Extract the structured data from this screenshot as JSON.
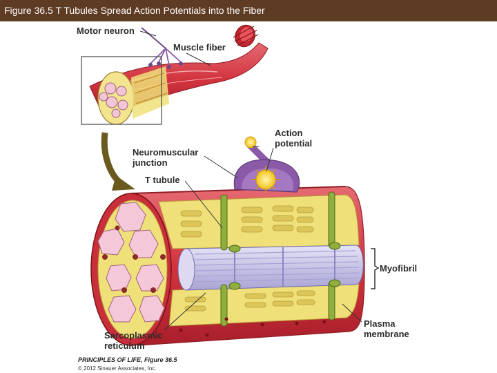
{
  "header": {
    "title": "Figure 36.5  T Tubules Spread Action Potentials into the Fiber"
  },
  "labels": {
    "motor_neuron": "Motor neuron",
    "muscle_fiber": "Muscle fiber",
    "action_potential_1": "Action",
    "action_potential_2": "potential",
    "nmj_1": "Neuromuscular",
    "nmj_2": "junction",
    "t_tubule": "T tubule",
    "myofibril": "Myofibril",
    "plasma_membrane_1": "Plasma",
    "plasma_membrane_2": "membrane",
    "sr_1": "Sarcoplasmic",
    "sr_2": "reticulum"
  },
  "credits": {
    "line1": "PRINCIPLES OF LIFE, Figure 36.5",
    "line2": "© 2012 Sinauer Associates, Inc."
  },
  "colors": {
    "header_bg": "#5e3b23",
    "muscle_red": "#d2343f",
    "sr_yellow": "#efe07a",
    "myofibril_lavender": "#c6c3e6",
    "t_tubule_green": "#6d8b2e",
    "neuron_purple": "#8a5aa8",
    "arrow_olive": "#6b5a1f"
  }
}
